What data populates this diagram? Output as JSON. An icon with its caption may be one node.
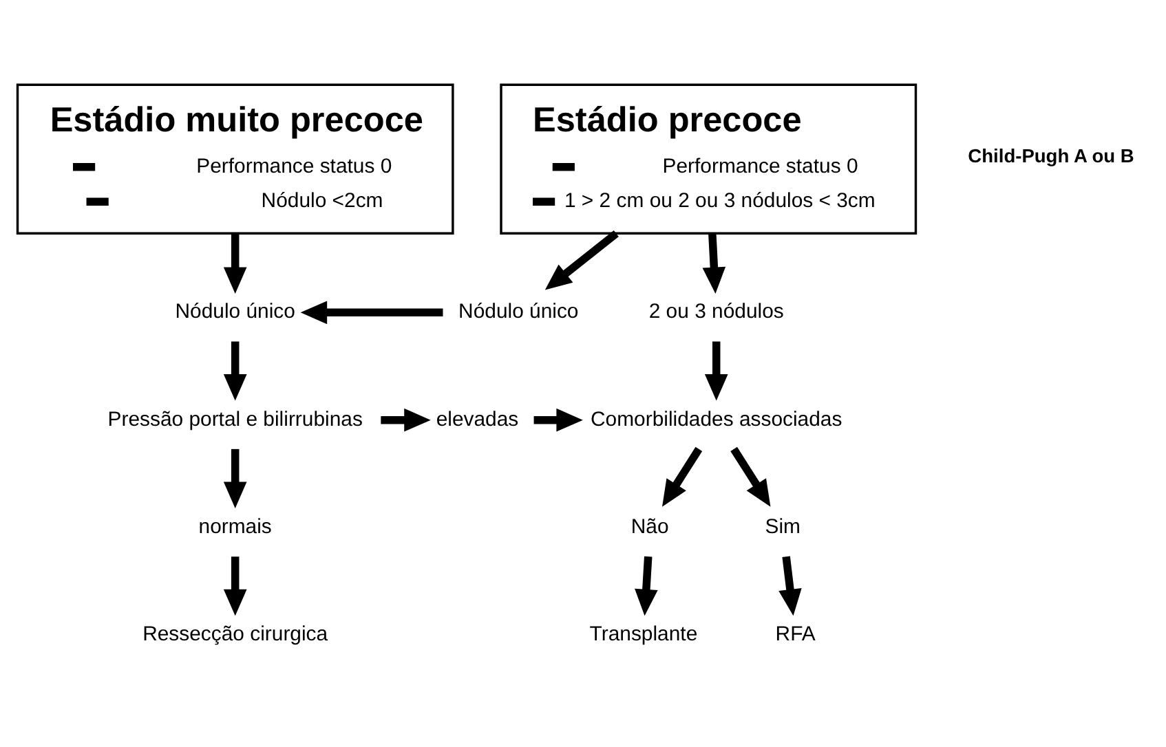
{
  "diagram": {
    "nodes": [
      {
        "text": [
          "Estádio muito precoce",
          "Performance status 0",
          "Nódulo <2cm"
        ]
      },
      {
        "text": [
          "Estádio precoce",
          "Performance status 0",
          "1 > 2 cm ou 2 ou 3 nódulos < 3cm"
        ]
      },
      {
        "text": [
          "Nódulo único"
        ]
      },
      {
        "text": [
          "Nódulo único"
        ]
      },
      {
        "text": [
          "2 ou 3 nódulos"
        ]
      },
      {
        "text": [
          "Pressão portal e bilirrubinas"
        ]
      },
      {
        "text": [
          "elevadas"
        ]
      },
      {
        "text": [
          "Comorbilidades associadas"
        ]
      },
      {
        "text": [
          "normais"
        ]
      },
      {
        "text": [
          "Não"
        ]
      },
      {
        "text": [
          "Sim"
        ]
      },
      {
        "text": [
          "Ressecção cirurgica"
        ]
      },
      {
        "text": [
          "Transplante"
        ]
      },
      {
        "text": [
          "RFA"
        ]
      }
    ],
    "edges": [
      {
        "from": 0,
        "to": 2,
        "arrow": "to"
      },
      {
        "from": 1,
        "to": 3,
        "arrow": "to"
      },
      {
        "from": 1,
        "to": 4,
        "arrow": "to"
      },
      {
        "from": 3,
        "to": 2,
        "arrow": "to"
      },
      {
        "from": 2,
        "to": 5,
        "arrow": "to"
      },
      {
        "from": 4,
        "to": 7,
        "arrow": "to"
      },
      {
        "from": 5,
        "to": 6,
        "arrow": "to"
      },
      {
        "from": 6,
        "to": 7,
        "arrow": "to"
      },
      {
        "from": 5,
        "to": 8,
        "arrow": "to"
      },
      {
        "from": 8,
        "to": 11,
        "arrow": "to"
      },
      {
        "from": 7,
        "to": 9,
        "arrow": "to"
      },
      {
        "from": 7,
        "to": 10,
        "arrow": "to"
      },
      {
        "from": 9,
        "to": 12,
        "arrow": "to"
      },
      {
        "from": 10,
        "to": 13,
        "arrow": "to"
      }
    ],
    "labels": [
      "Child-Pugh A ou B"
    ]
  }
}
